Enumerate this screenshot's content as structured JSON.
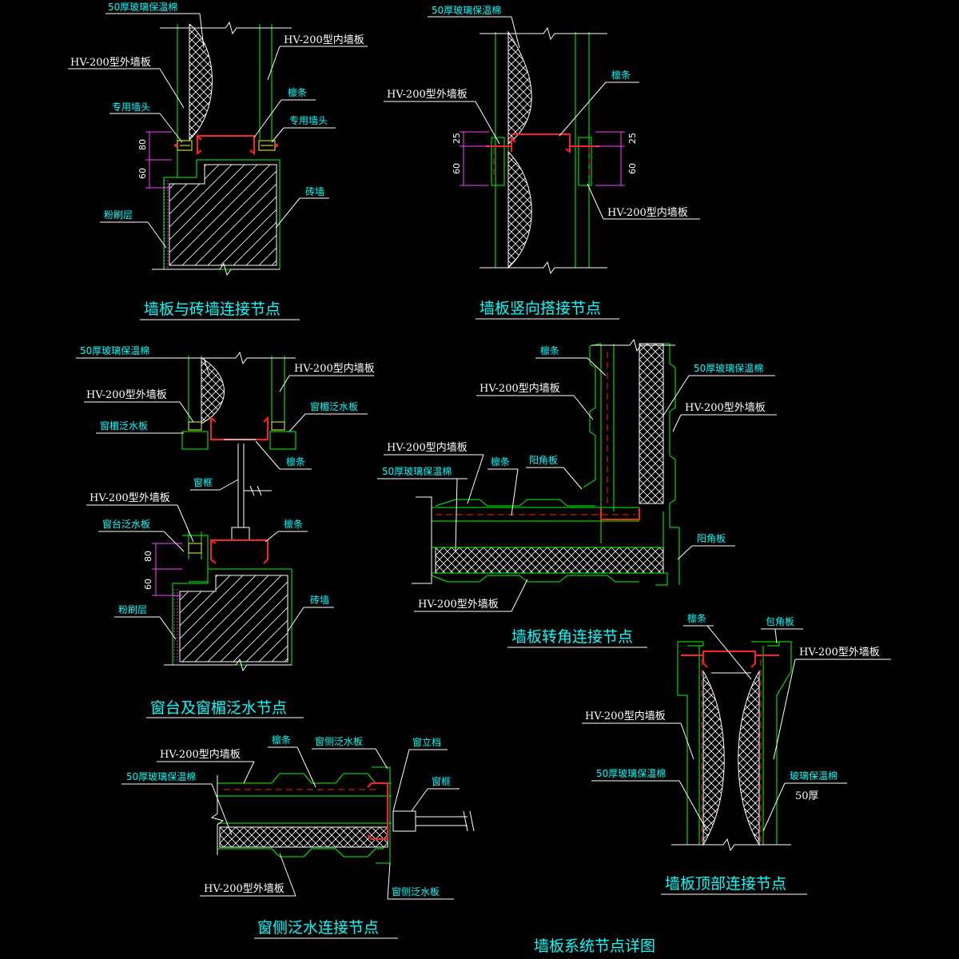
{
  "drawing_title": "墙板系统节点详图",
  "details": {
    "brick": {
      "title": "墙板与砖墙连接节点",
      "labels": {
        "insulation": "50厚玻璃保温棉",
        "inner_panel": "HV-200型内墙板",
        "outer_panel": "HV-200型外墙板",
        "end_cap_left": "专用墙头",
        "purlin": "檩条",
        "end_cap_right": "专用墙头",
        "brick_wall": "砖墙",
        "plaster": "粉刷层"
      },
      "dims": [
        "80",
        "60"
      ]
    },
    "vertical": {
      "title": "墙板竖向搭接节点",
      "labels": {
        "insulation": "50厚玻璃保温棉",
        "purlin": "檩条",
        "outer_panel": "HV-200型外墙板",
        "inner_panel": "HV-200型内墙板"
      },
      "dims": [
        "25",
        "60",
        "25",
        "60"
      ]
    },
    "window_sill": {
      "title": "窗台及窗楣泛水节点",
      "labels": {
        "insulation": "50厚玻璃保温棉",
        "inner_panel": "HV-200型内墙板",
        "outer_panel_top": "HV-200型外墙板",
        "head_flashing_left": "窗楣泛水板",
        "head_flashing_right": "窗楣泛水板",
        "purlin_top": "檩条",
        "window_frame": "窗框",
        "outer_panel_bottom": "HV-200型外墙板",
        "sill_flashing": "窗台泛水板",
        "purlin_bottom": "檩条",
        "plaster": "粉刷层",
        "brick_wall": "砖墙"
      },
      "dims": [
        "80",
        "60"
      ]
    },
    "corner": {
      "title": "墙板转角连接节点",
      "labels": {
        "purlin_top": "檩条",
        "insulation_right": "50厚玻璃保温棉",
        "inner_panel_top": "HV-200型内墙板",
        "outer_panel_right": "HV-200型外墙板",
        "inner_panel_left": "HV-200型内墙板",
        "insulation_left": "50厚玻璃保温棉",
        "purlin_mid": "檩条",
        "inner_corner": "阳角板",
        "outer_corner": "阳角板",
        "outer_panel_bottom": "HV-200型外墙板"
      }
    },
    "top": {
      "title": "墙板顶部连接节点",
      "labels": {
        "purlin": "檩条",
        "corner_cap": "包角板",
        "outer_panel": "HV-200型外墙板",
        "inner_panel": "HV-200型内墙板",
        "insulation_left": "50厚玻璃保温棉",
        "insulation_right": "玻璃保温棉",
        "insulation_right_2": "50厚"
      }
    },
    "jamb": {
      "title": "窗侧泛水连接节点",
      "labels": {
        "purlin": "檩条",
        "jamb_flashing_top": "窗侧泛水板",
        "window_mullion": "窗立档",
        "inner_panel": "HV-200型内墙板",
        "insulation": "50厚玻璃保温棉",
        "window_frame": "窗框",
        "outer_panel": "HV-200型外墙板",
        "jamb_flashing_bottom": "窗侧泛水板"
      }
    }
  },
  "colors": {
    "background": "#000000",
    "panel_line": "#00ff00",
    "steel_red": "#ff2020",
    "dimension_magenta": "#ff40ff",
    "text_white": "#ffffff",
    "title_cyan": "#00ffff"
  }
}
